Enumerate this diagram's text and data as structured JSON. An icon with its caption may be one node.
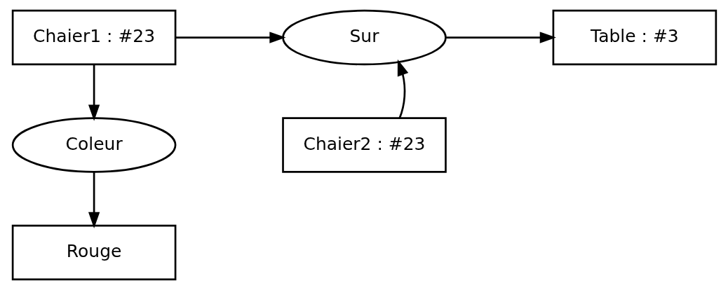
{
  "diagram": {
    "nodes": [
      {
        "text": [
          "Chaier1 : #23"
        ]
      },
      {
        "text": [
          "Sur"
        ]
      },
      {
        "text": [
          "Table : #3"
        ]
      },
      {
        "text": [
          "Coleur"
        ]
      },
      {
        "text": [
          "Rouge"
        ]
      },
      {
        "text": [
          "Chaier2 : #23"
        ]
      }
    ],
    "edges": [
      {
        "from": 0,
        "to": 1,
        "arrow": "to"
      },
      {
        "from": 1,
        "to": 2,
        "arrow": "to"
      },
      {
        "from": 0,
        "to": 3,
        "arrow": "to"
      },
      {
        "from": 3,
        "to": 4,
        "arrow": "to"
      },
      {
        "from": 5,
        "to": 1,
        "arrow": "to"
      }
    ]
  }
}
